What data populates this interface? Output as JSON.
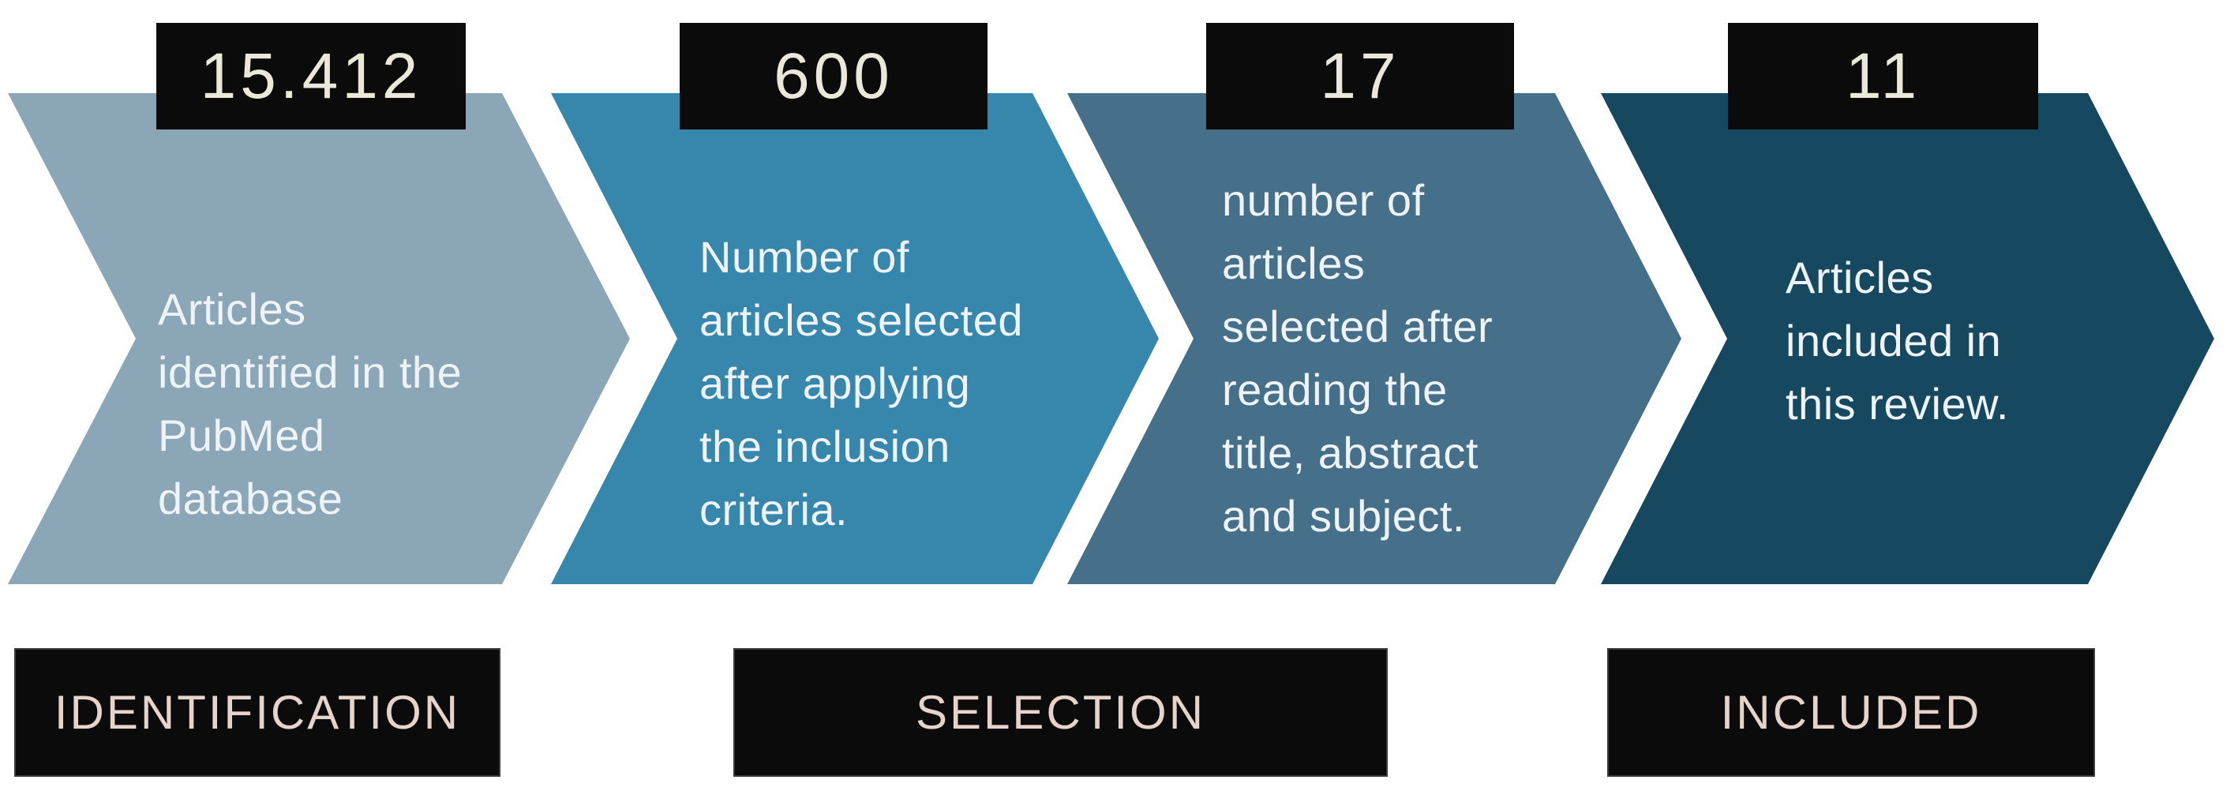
{
  "diagram": {
    "kind": "article-screening-flow",
    "background": "#FFFFFF"
  },
  "stages": [
    {
      "count": "15.412",
      "description": "Articles identified in the PubMed database",
      "lines": [
        "Articles",
        "identified in the",
        "PubMed",
        "database"
      ],
      "color": "#8BA7B7"
    },
    {
      "count": "600",
      "description": "Number of articles selected after applying the inclusion criteria.",
      "lines": [
        "Number of",
        "articles selected",
        "after applying",
        "the inclusion",
        "criteria."
      ],
      "color": "#3786AC"
    },
    {
      "count": "17",
      "description": "number of articles selected after reading the title, abstract and subject.",
      "lines": [
        "number of",
        "articles",
        "selected after",
        "reading the",
        "title, abstract",
        "and subject."
      ],
      "color": "#466F8A"
    },
    {
      "count": "11",
      "description": "Articles included in this review.",
      "lines": [
        "Articles",
        "included in",
        "this review."
      ],
      "color": "#16485F"
    }
  ],
  "phases": [
    {
      "label": "IDENTIFICATION"
    },
    {
      "label": "SELECTION"
    },
    {
      "label": "INCLUDED"
    }
  ],
  "colors": {
    "badge_background": "#0B0B0B",
    "badge_number_text": "#EAE8D8",
    "stage_text": "#EDF3F6",
    "phase_label_text": "#E6D4CA",
    "background": "#FFFFFF"
  }
}
